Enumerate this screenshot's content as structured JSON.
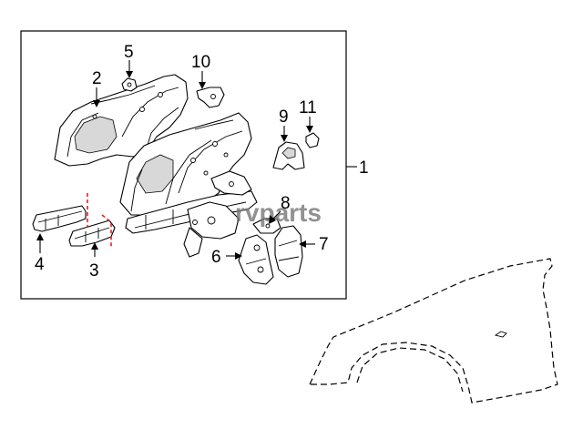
{
  "callouts": {
    "c1": "1",
    "c2": "2",
    "c3": "3",
    "c4": "4",
    "c5": "5",
    "c6": "6",
    "c7": "7",
    "c8": "8",
    "c9": "9",
    "c10": "10",
    "c11": "11"
  },
  "watermark": "rvparts",
  "colors": {
    "line": "#000000",
    "cut_line": "#e0202a",
    "watermark": "#777777"
  }
}
